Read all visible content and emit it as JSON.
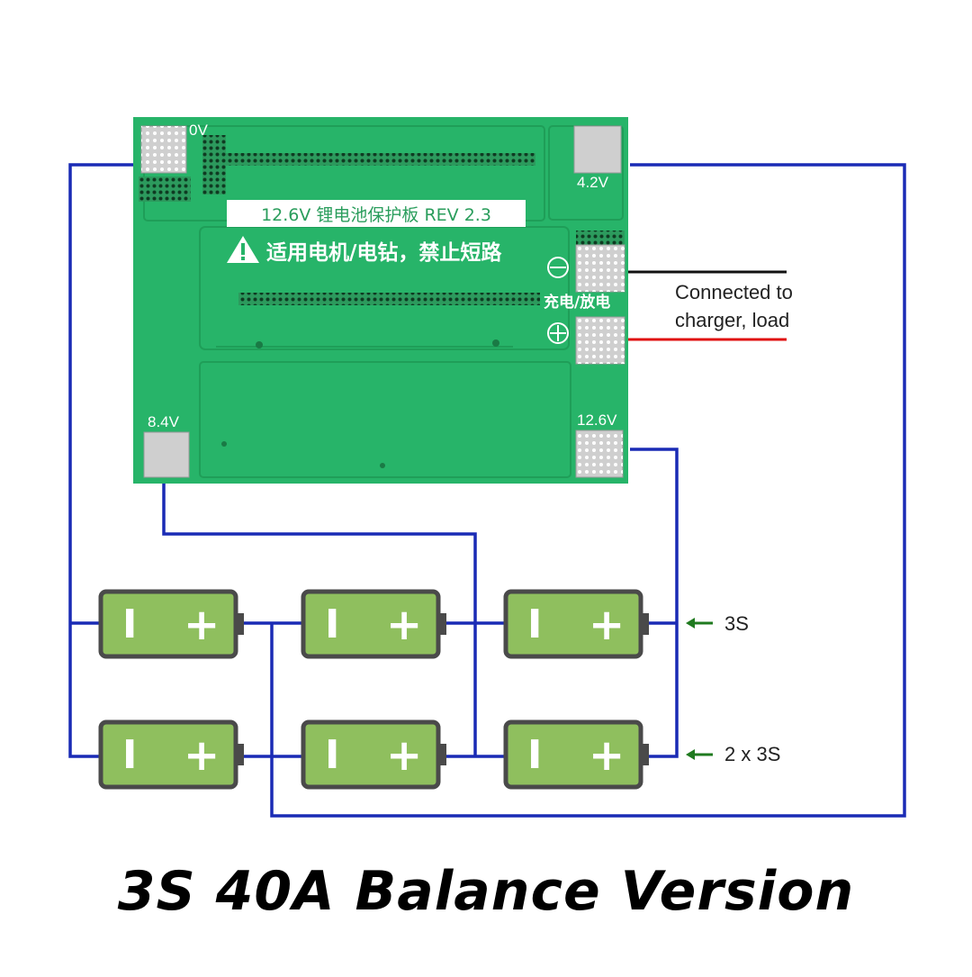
{
  "colors": {
    "wire": "#1a2bb5",
    "pcb": "#27b469",
    "pcb_dark": "#1f9e58",
    "pad": "#cfcfcf",
    "battery_fill": "#8fbf5e",
    "battery_stroke": "#4a4a4a",
    "arrow": "#1f7a1f",
    "lead_negative": "#111111",
    "lead_positive": "#e01010"
  },
  "board": {
    "pad_labels": {
      "zero_v": "0V",
      "four_two_v": "4.2V",
      "eight_four_v": "8.4V",
      "twelve_six_v": "12.6V"
    },
    "model_label": "12.6V 锂电池保护板 REV 2.3",
    "warning_text": "适用电机/电钻，禁止短路",
    "charge_discharge_label": "充电/放电"
  },
  "icons": {
    "warning": "warning-triangle-icon",
    "minus": "minus-circle-icon",
    "plus": "plus-circle-icon",
    "arrow": "arrow-left-icon"
  },
  "note": {
    "line1": "Connected to",
    "line2": "charger, load"
  },
  "battery_symbols": {
    "negative": "I",
    "positive": "+"
  },
  "rows": {
    "top": "3S",
    "bottom": "2 x 3S"
  },
  "title": "3S 40A Balance Version"
}
